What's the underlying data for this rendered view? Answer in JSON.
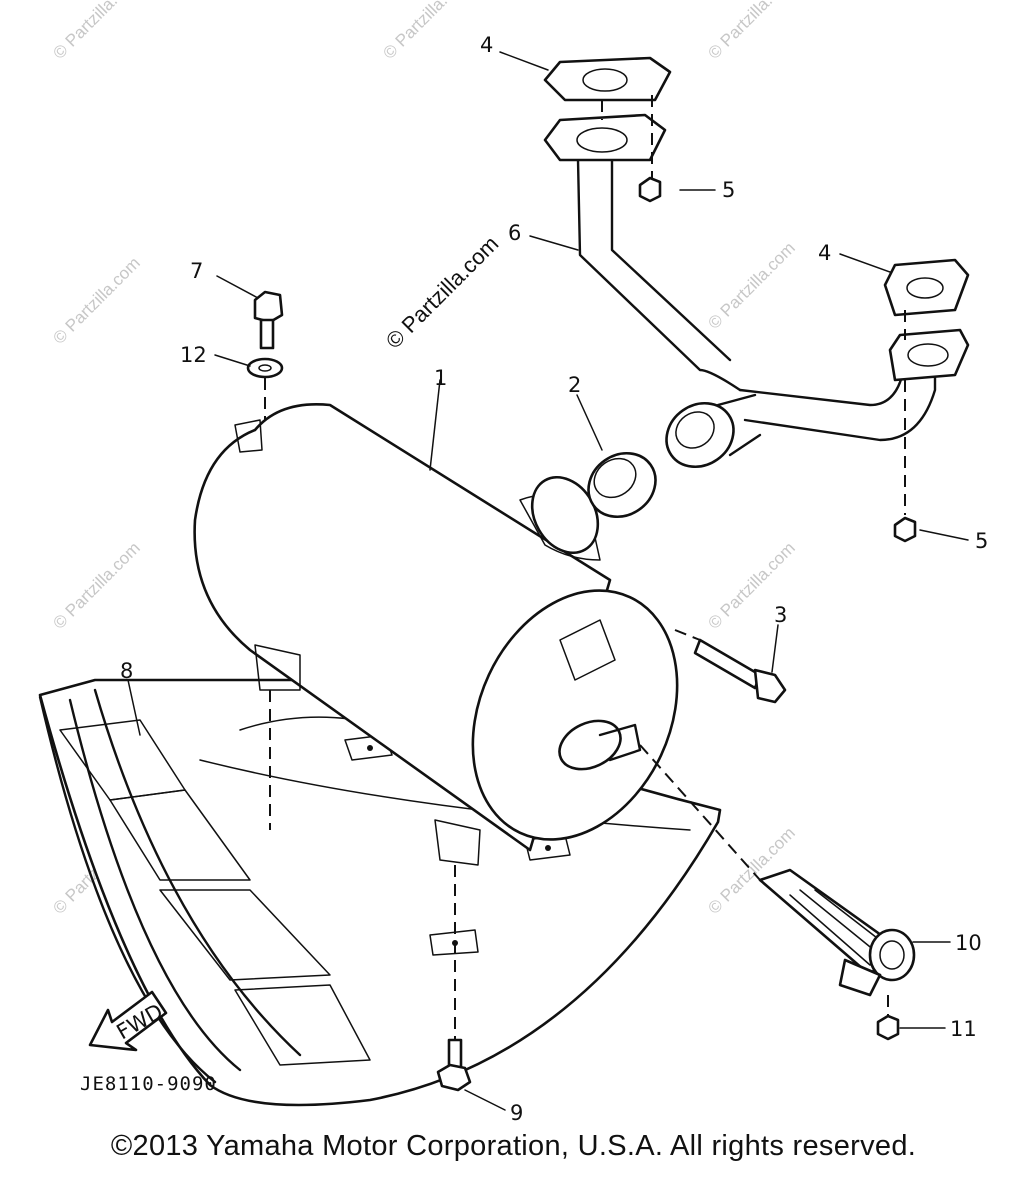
{
  "watermark": "© Partzilla.com",
  "drawing_code": "JE8110-9090",
  "fwd_label": "FWD",
  "copyright": "©2013  Yamaha Motor Corporation, U.S.A. All rights reserved.",
  "callouts": {
    "c1": "1",
    "c2": "2",
    "c3": "3",
    "c4a": "4",
    "c4b": "4",
    "c5a": "5",
    "c5b": "5",
    "c6": "6",
    "c7": "7",
    "c8": "8",
    "c9": "9",
    "c10": "10",
    "c11": "11",
    "c12": "12"
  }
}
